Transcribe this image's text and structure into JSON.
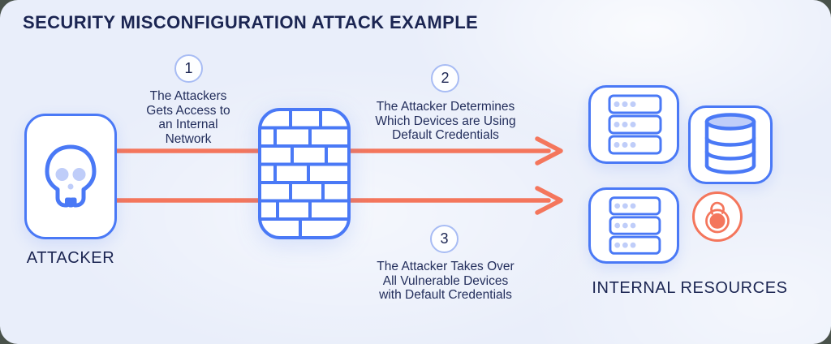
{
  "title": "SECURITY MISCONFIGURATION ATTACK EXAMPLE",
  "attacker": {
    "label": "ATTACKER",
    "icon": "skull-icon"
  },
  "firewall": {
    "icon": "brick-wall-firewall-icon"
  },
  "steps": [
    {
      "number": "1",
      "text": "The Attackers\nGets Access to\nan Internal\nNetwork"
    },
    {
      "number": "2",
      "text": "The Attacker Determines\nWhich Devices are Using\nDefault Credentials"
    },
    {
      "number": "3",
      "text": "The Attacker Takes Over\nAll Vulnerable Devices\nwith Default Credentials"
    }
  ],
  "resources": {
    "label": "INTERNAL RESOURCES",
    "icons": [
      "server-rack-icon",
      "database-icon",
      "server-rack-icon",
      "unlocked-padlock-icon"
    ]
  },
  "colors": {
    "accent_blue": "#4a79f6",
    "light_blue_fill": "#bfcdf9",
    "navy_text": "#1b2552",
    "arrow_salmon": "#f4765c",
    "card_background": "#e9eefa"
  }
}
